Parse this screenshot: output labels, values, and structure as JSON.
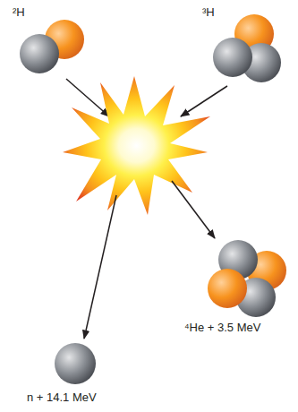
{
  "diagram": {
    "labels": [
      "²H",
      "³H",
      "⁴He + 3.5 MeV",
      "n + 14.1 MeV"
    ]
  }
}
